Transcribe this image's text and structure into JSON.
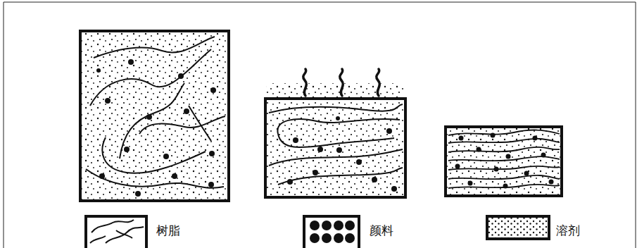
{
  "diagram": {
    "legend": [
      {
        "text": "树脂"
      },
      {
        "text": "颜料"
      },
      {
        "text": "溶剂"
      }
    ]
  }
}
